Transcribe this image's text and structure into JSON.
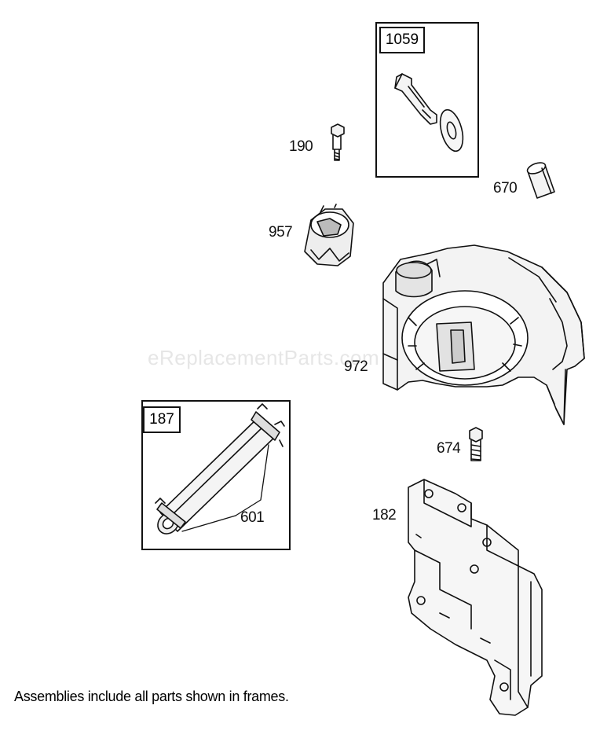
{
  "watermark": "eReplacementParts.com",
  "caption": "Assemblies include all parts shown in frames.",
  "frames": {
    "valve_kit": "1059",
    "hose_kit": "187"
  },
  "parts": {
    "screw_190": "190",
    "cap_957": "957",
    "bushing_670": "670",
    "housing_972": "972",
    "bolt_674": "674",
    "bracket_182": "182",
    "clamp_601": "601"
  }
}
